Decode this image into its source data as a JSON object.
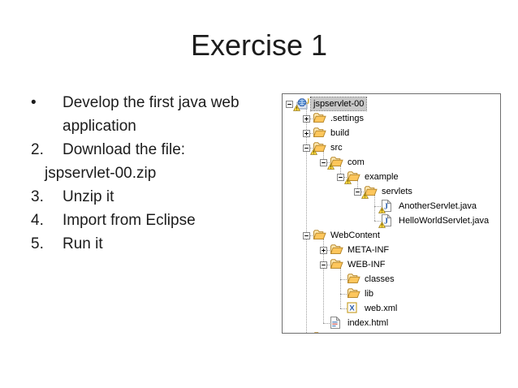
{
  "slide": {
    "title": "Exercise 1"
  },
  "list": {
    "items": [
      {
        "marker": "•",
        "text": "Develop the first java web application",
        "sub": false
      },
      {
        "marker": "2.",
        "text": "Download the file:",
        "sub": false
      },
      {
        "marker": "",
        "text": "jspservlet-00.zip",
        "sub": true
      },
      {
        "marker": "3.",
        "text": "Unzip it",
        "sub": false
      },
      {
        "marker": "4.",
        "text": "Import from Eclipse",
        "sub": false
      },
      {
        "marker": "5.",
        "text": "Run it",
        "sub": false
      }
    ]
  },
  "tree": {
    "rows": [
      {
        "label": "jspservlet-00",
        "level": 0,
        "expander": "minus",
        "icon": "web-project-icon",
        "warning": true,
        "selected": true
      },
      {
        "label": ".settings",
        "level": 1,
        "expander": "plus",
        "icon": "folder-icon",
        "warning": false,
        "selected": false
      },
      {
        "label": "build",
        "level": 1,
        "expander": "plus",
        "icon": "folder-icon",
        "warning": false,
        "selected": false
      },
      {
        "label": "src",
        "level": 1,
        "expander": "minus",
        "icon": "folder-icon",
        "warning": true,
        "selected": false
      },
      {
        "label": "com",
        "level": 2,
        "expander": "minus",
        "icon": "folder-icon",
        "warning": true,
        "selected": false
      },
      {
        "label": "example",
        "level": 3,
        "expander": "minus",
        "icon": "folder-icon",
        "warning": true,
        "selected": false
      },
      {
        "label": "servlets",
        "level": 4,
        "expander": "minus",
        "icon": "folder-icon",
        "warning": true,
        "selected": false
      },
      {
        "label": "AnotherServlet.java",
        "level": 5,
        "expander": "none",
        "icon": "java-file-icon",
        "warning": true,
        "selected": false
      },
      {
        "label": "HelloWorldServlet.java",
        "level": 5,
        "expander": "none",
        "icon": "java-file-icon",
        "warning": true,
        "selected": false
      },
      {
        "label": "WebContent",
        "level": 1,
        "expander": "minus",
        "icon": "folder-icon",
        "warning": false,
        "selected": false
      },
      {
        "label": "META-INF",
        "level": 2,
        "expander": "plus",
        "icon": "folder-icon",
        "warning": false,
        "selected": false
      },
      {
        "label": "WEB-INF",
        "level": 2,
        "expander": "minus",
        "icon": "folder-icon",
        "warning": false,
        "selected": false
      },
      {
        "label": "classes",
        "level": 3,
        "expander": "none",
        "icon": "folder-icon",
        "warning": false,
        "selected": false
      },
      {
        "label": "lib",
        "level": 3,
        "expander": "none",
        "icon": "folder-icon",
        "warning": false,
        "selected": false
      },
      {
        "label": "web.xml",
        "level": 3,
        "expander": "none",
        "icon": "xml-file-icon",
        "warning": false,
        "selected": false
      },
      {
        "label": "index.html",
        "level": 2,
        "expander": "none",
        "icon": "html-file-icon",
        "warning": false,
        "selected": false
      },
      {
        "label": "",
        "level": 1,
        "expander": "none",
        "icon": "folder-icon",
        "warning": false,
        "selected": false
      }
    ]
  },
  "colors": {
    "text": "#1c1c1c",
    "folder_fill": "#FDC65C",
    "folder_light": "#FFE9B2",
    "folder_stroke": "#B98A2F",
    "warning_fill": "#FFD83D",
    "selection_bg": "#C9C9C9",
    "tree_line": "#9B9B9B",
    "java_blue": "#2A5CAA",
    "panel_border": "#6E6E6E"
  }
}
